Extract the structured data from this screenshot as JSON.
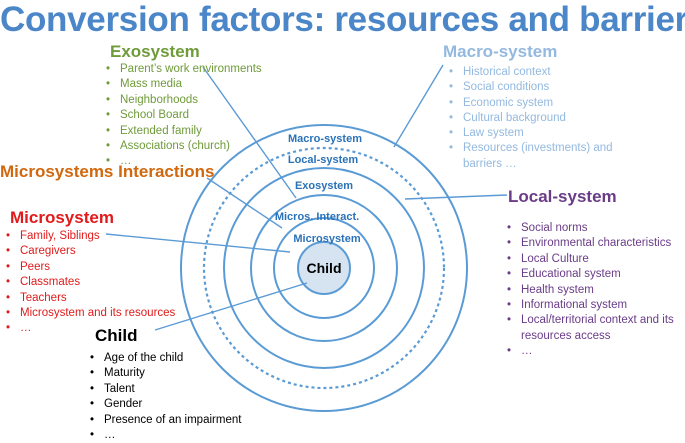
{
  "title": "Conversion factors: resources and barriers",
  "exosystem": {
    "heading": "Exosystem",
    "items": [
      "Parent’s work environments",
      "Mass media",
      "Neighborhoods",
      "School Board",
      "Extended family",
      "Associations (church)",
      "…"
    ]
  },
  "macro_system": {
    "heading": "Macro-system",
    "items": [
      "Historical context",
      "Social conditions",
      "Economic system",
      "Cultural background",
      "Law system",
      "Resources (investments) and barriers …"
    ]
  },
  "microsystems_interactions": {
    "heading": "Microsystems Interactions"
  },
  "microsystem": {
    "heading": "Microsystem",
    "items": [
      "Family, Siblings",
      "Caregivers",
      "Peers",
      "Classmates",
      "Teachers",
      "Microsystem and its resources",
      "…"
    ]
  },
  "local_system": {
    "heading": "Local-system",
    "items": [
      "Social norms",
      "Environmental characteristics",
      "Local Culture",
      "Educational system",
      "Health system",
      "Informational system",
      "Local/territorial context and its resources access",
      "…"
    ]
  },
  "child": {
    "heading": "Child",
    "items": [
      "Age of the child",
      "Maturity",
      "Talent",
      "Gender",
      "Presence of an impairment",
      "…"
    ]
  },
  "rings": {
    "macro": "Macro-system",
    "local": "Local-system",
    "exo": "Exosystem",
    "micros_interact": "Micros. Interact.",
    "micro": "Microsystem",
    "center": "Child"
  },
  "colors": {
    "title": "#4a86c8",
    "ring": "#5b9bd5",
    "ring_label": "#2a72b8",
    "center_fill": "#d6e4f2",
    "exosystem": "#6f9b3a",
    "macro_system": "#93b9e0",
    "microsystems_interactions": "#d0680f",
    "microsystem": "#e11b1b",
    "local_system": "#6a3c88",
    "child": "#000000"
  }
}
